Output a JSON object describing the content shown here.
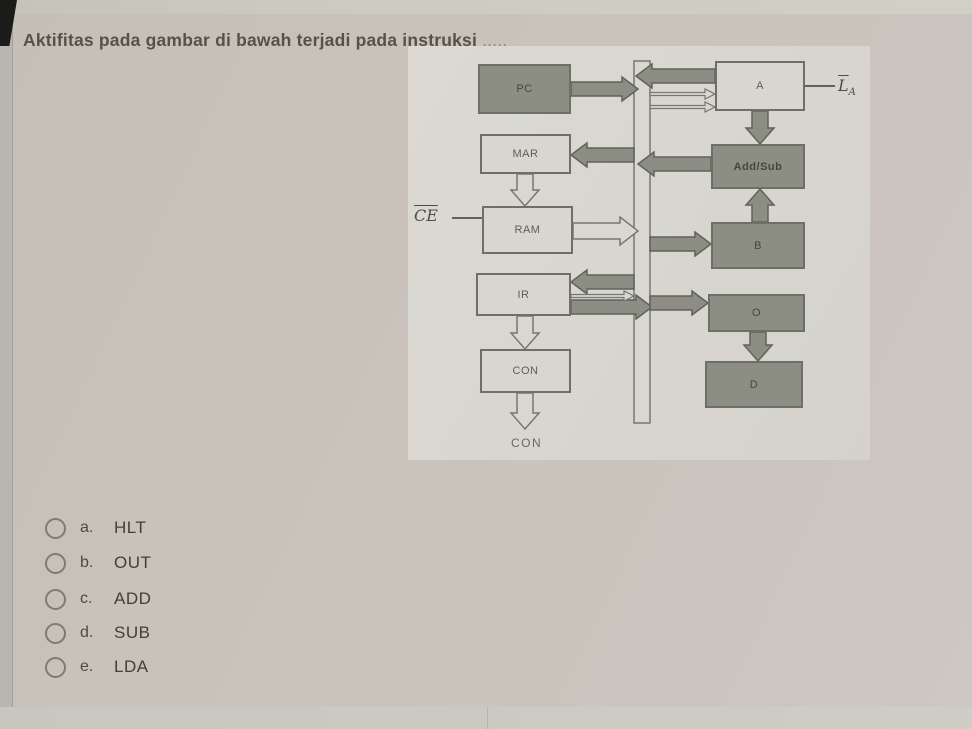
{
  "question": {
    "text": "Aktifitas pada gambar di bawah terjadi pada instruksi",
    "dots": "....."
  },
  "diagram": {
    "boxes": [
      {
        "id": "pc",
        "label": "PC"
      },
      {
        "id": "mar",
        "label": "MAR"
      },
      {
        "id": "ram",
        "label": "RAM"
      },
      {
        "id": "ir",
        "label": "IR"
      },
      {
        "id": "con",
        "label": "CON"
      },
      {
        "id": "a",
        "label": "A"
      },
      {
        "id": "addsub",
        "label": "Add/Sub"
      },
      {
        "id": "b",
        "label": "B"
      },
      {
        "id": "o",
        "label": "O"
      },
      {
        "id": "d",
        "label": "D"
      }
    ],
    "labels": {
      "ce": "CE",
      "la_main": "L",
      "la_sub": "A",
      "con_output": "CON"
    }
  },
  "options": [
    {
      "letter": "a.",
      "label": "HLT"
    },
    {
      "letter": "b.",
      "label": "OUT"
    },
    {
      "letter": "c.",
      "label": "ADD"
    },
    {
      "letter": "d.",
      "label": "SUB"
    },
    {
      "letter": "e.",
      "label": "LDA"
    }
  ],
  "colors": {
    "card_bg": "#c9c3bb",
    "panel_bg": "#d9d6d0",
    "box_dark": "#8c8e84",
    "box_light": "#d9d6d0",
    "box_border": "#6d7067",
    "arrow_dark": "#8c8e84",
    "text_dark": "#413f3a"
  }
}
